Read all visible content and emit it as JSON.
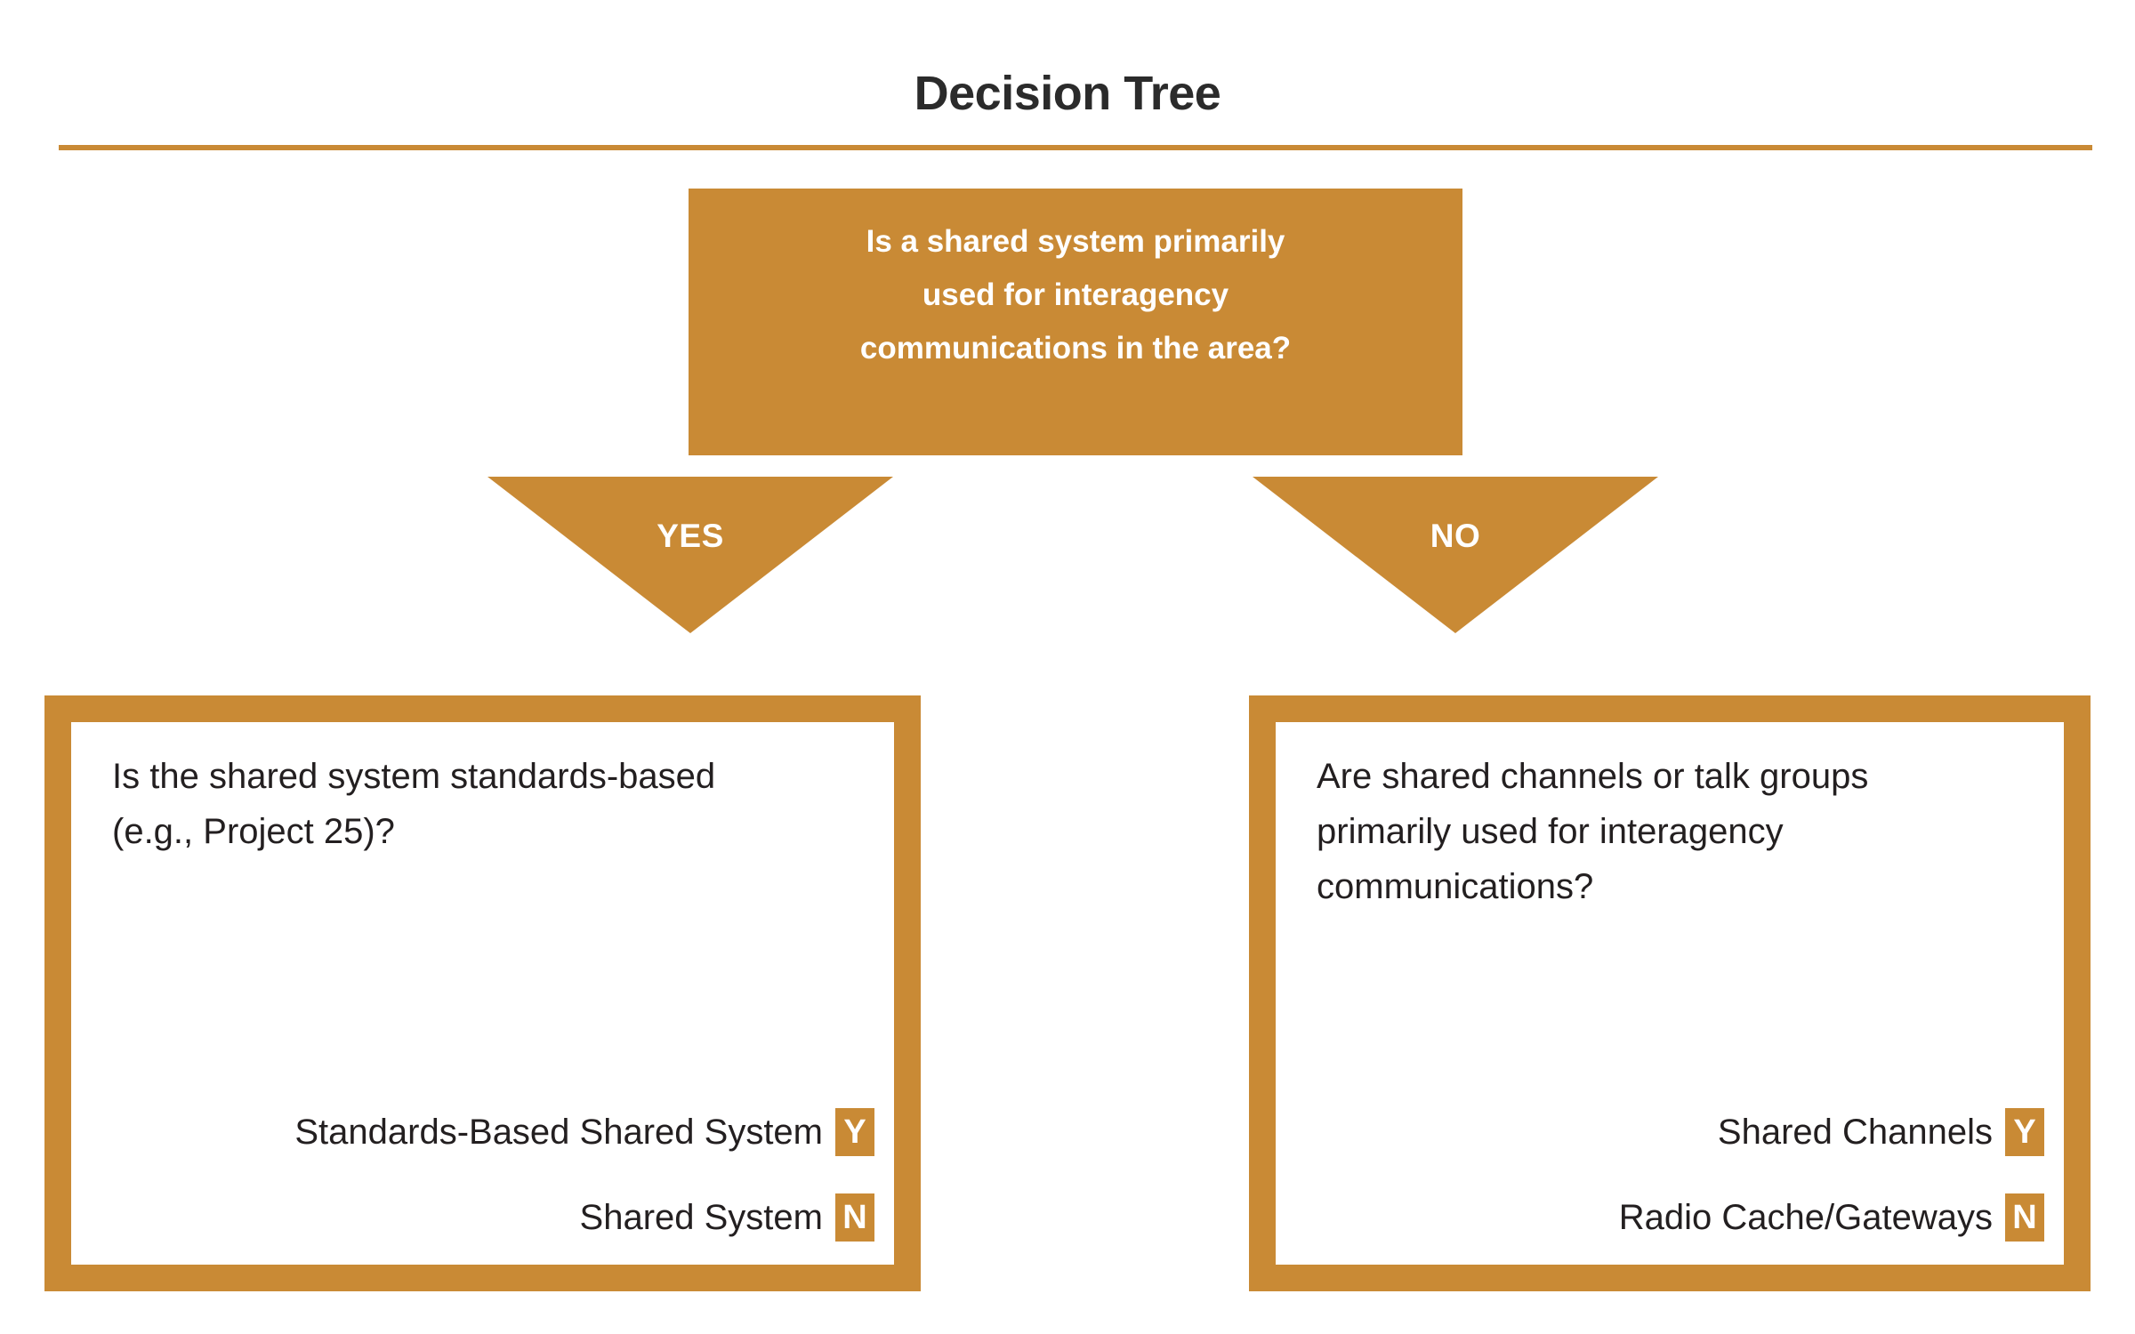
{
  "header": {
    "title": "Decision Tree",
    "rule_color": "#c98a35"
  },
  "theme": {
    "accent": "#c98a35",
    "text_dark": "#231f20",
    "title_color": "#2b2b2b",
    "on_accent": "#ffffff",
    "background": "#ffffff"
  },
  "tree": {
    "root": {
      "question": "Is a shared system primarily\nused for interagency\ncommunications in the area?"
    },
    "branches": [
      {
        "label": "YES",
        "target": "left-outcome"
      },
      {
        "label": "NO",
        "target": "right-outcome"
      }
    ],
    "outcomes": [
      {
        "id": "left-outcome",
        "question": "Is the shared system standards-based\n(e.g., Project 25)?",
        "answers": [
          {
            "label": "Standards-Based Shared System",
            "badge": "Y"
          },
          {
            "label": "Shared System",
            "badge": "N"
          }
        ]
      },
      {
        "id": "right-outcome",
        "question": "Are shared channels or talk groups\nprimarily used for interagency\ncommunications?",
        "answers": [
          {
            "label": "Shared Channels",
            "badge": "Y"
          },
          {
            "label": "Radio Cache/Gateways",
            "badge": "N"
          }
        ]
      }
    ]
  }
}
